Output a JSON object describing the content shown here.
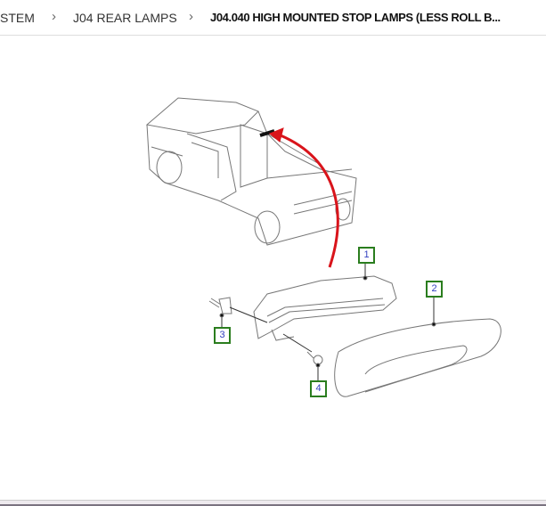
{
  "breadcrumb": {
    "items": [
      "STEM",
      "J04 REAR LAMPS",
      "J04.040 HIGH MOUNTED STOP LAMPS (LESS ROLL B..."
    ],
    "separator": "›"
  },
  "diagram": {
    "callouts": [
      "1",
      "2",
      "3",
      "4"
    ],
    "arrow_color": "#d9141b",
    "callout_border_color": "#2a7d1e",
    "callout_text_color": "#3340c0"
  }
}
